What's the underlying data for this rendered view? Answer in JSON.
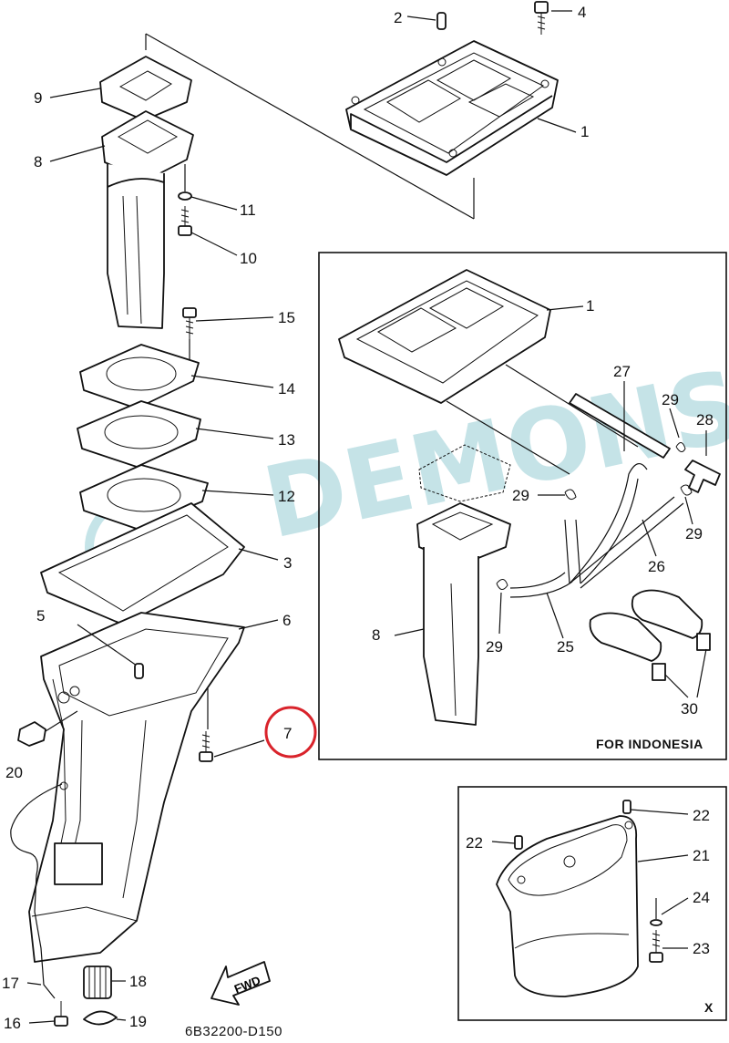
{
  "diagram": {
    "code": "6B32200-D150",
    "watermark": "DEMONS",
    "inset_indonesia_caption": "FOR INDONESIA",
    "inset_x_caption": "X",
    "fwd_label": "FWD",
    "highlight_color": "#d9232b",
    "watermark_color": "#7fc3cc",
    "labels": {
      "p1": "1",
      "p1b": "1",
      "p2": "2",
      "p3": "3",
      "p4": "4",
      "p5": "5",
      "p6": "6",
      "p7": "7",
      "p8": "8",
      "p8b": "8",
      "p9": "9",
      "p10": "10",
      "p11": "11",
      "p12": "12",
      "p13": "13",
      "p14": "14",
      "p15": "15",
      "p16": "16",
      "p17": "17",
      "p18": "18",
      "p19": "19",
      "p20": "20",
      "p21": "21",
      "p22a": "22",
      "p22b": "22",
      "p23": "23",
      "p24": "24",
      "p25": "25",
      "p26": "26",
      "p27": "27",
      "p28": "28",
      "p29a": "29",
      "p29b": "29",
      "p29c": "29",
      "p29d": "29",
      "p30": "30"
    }
  }
}
